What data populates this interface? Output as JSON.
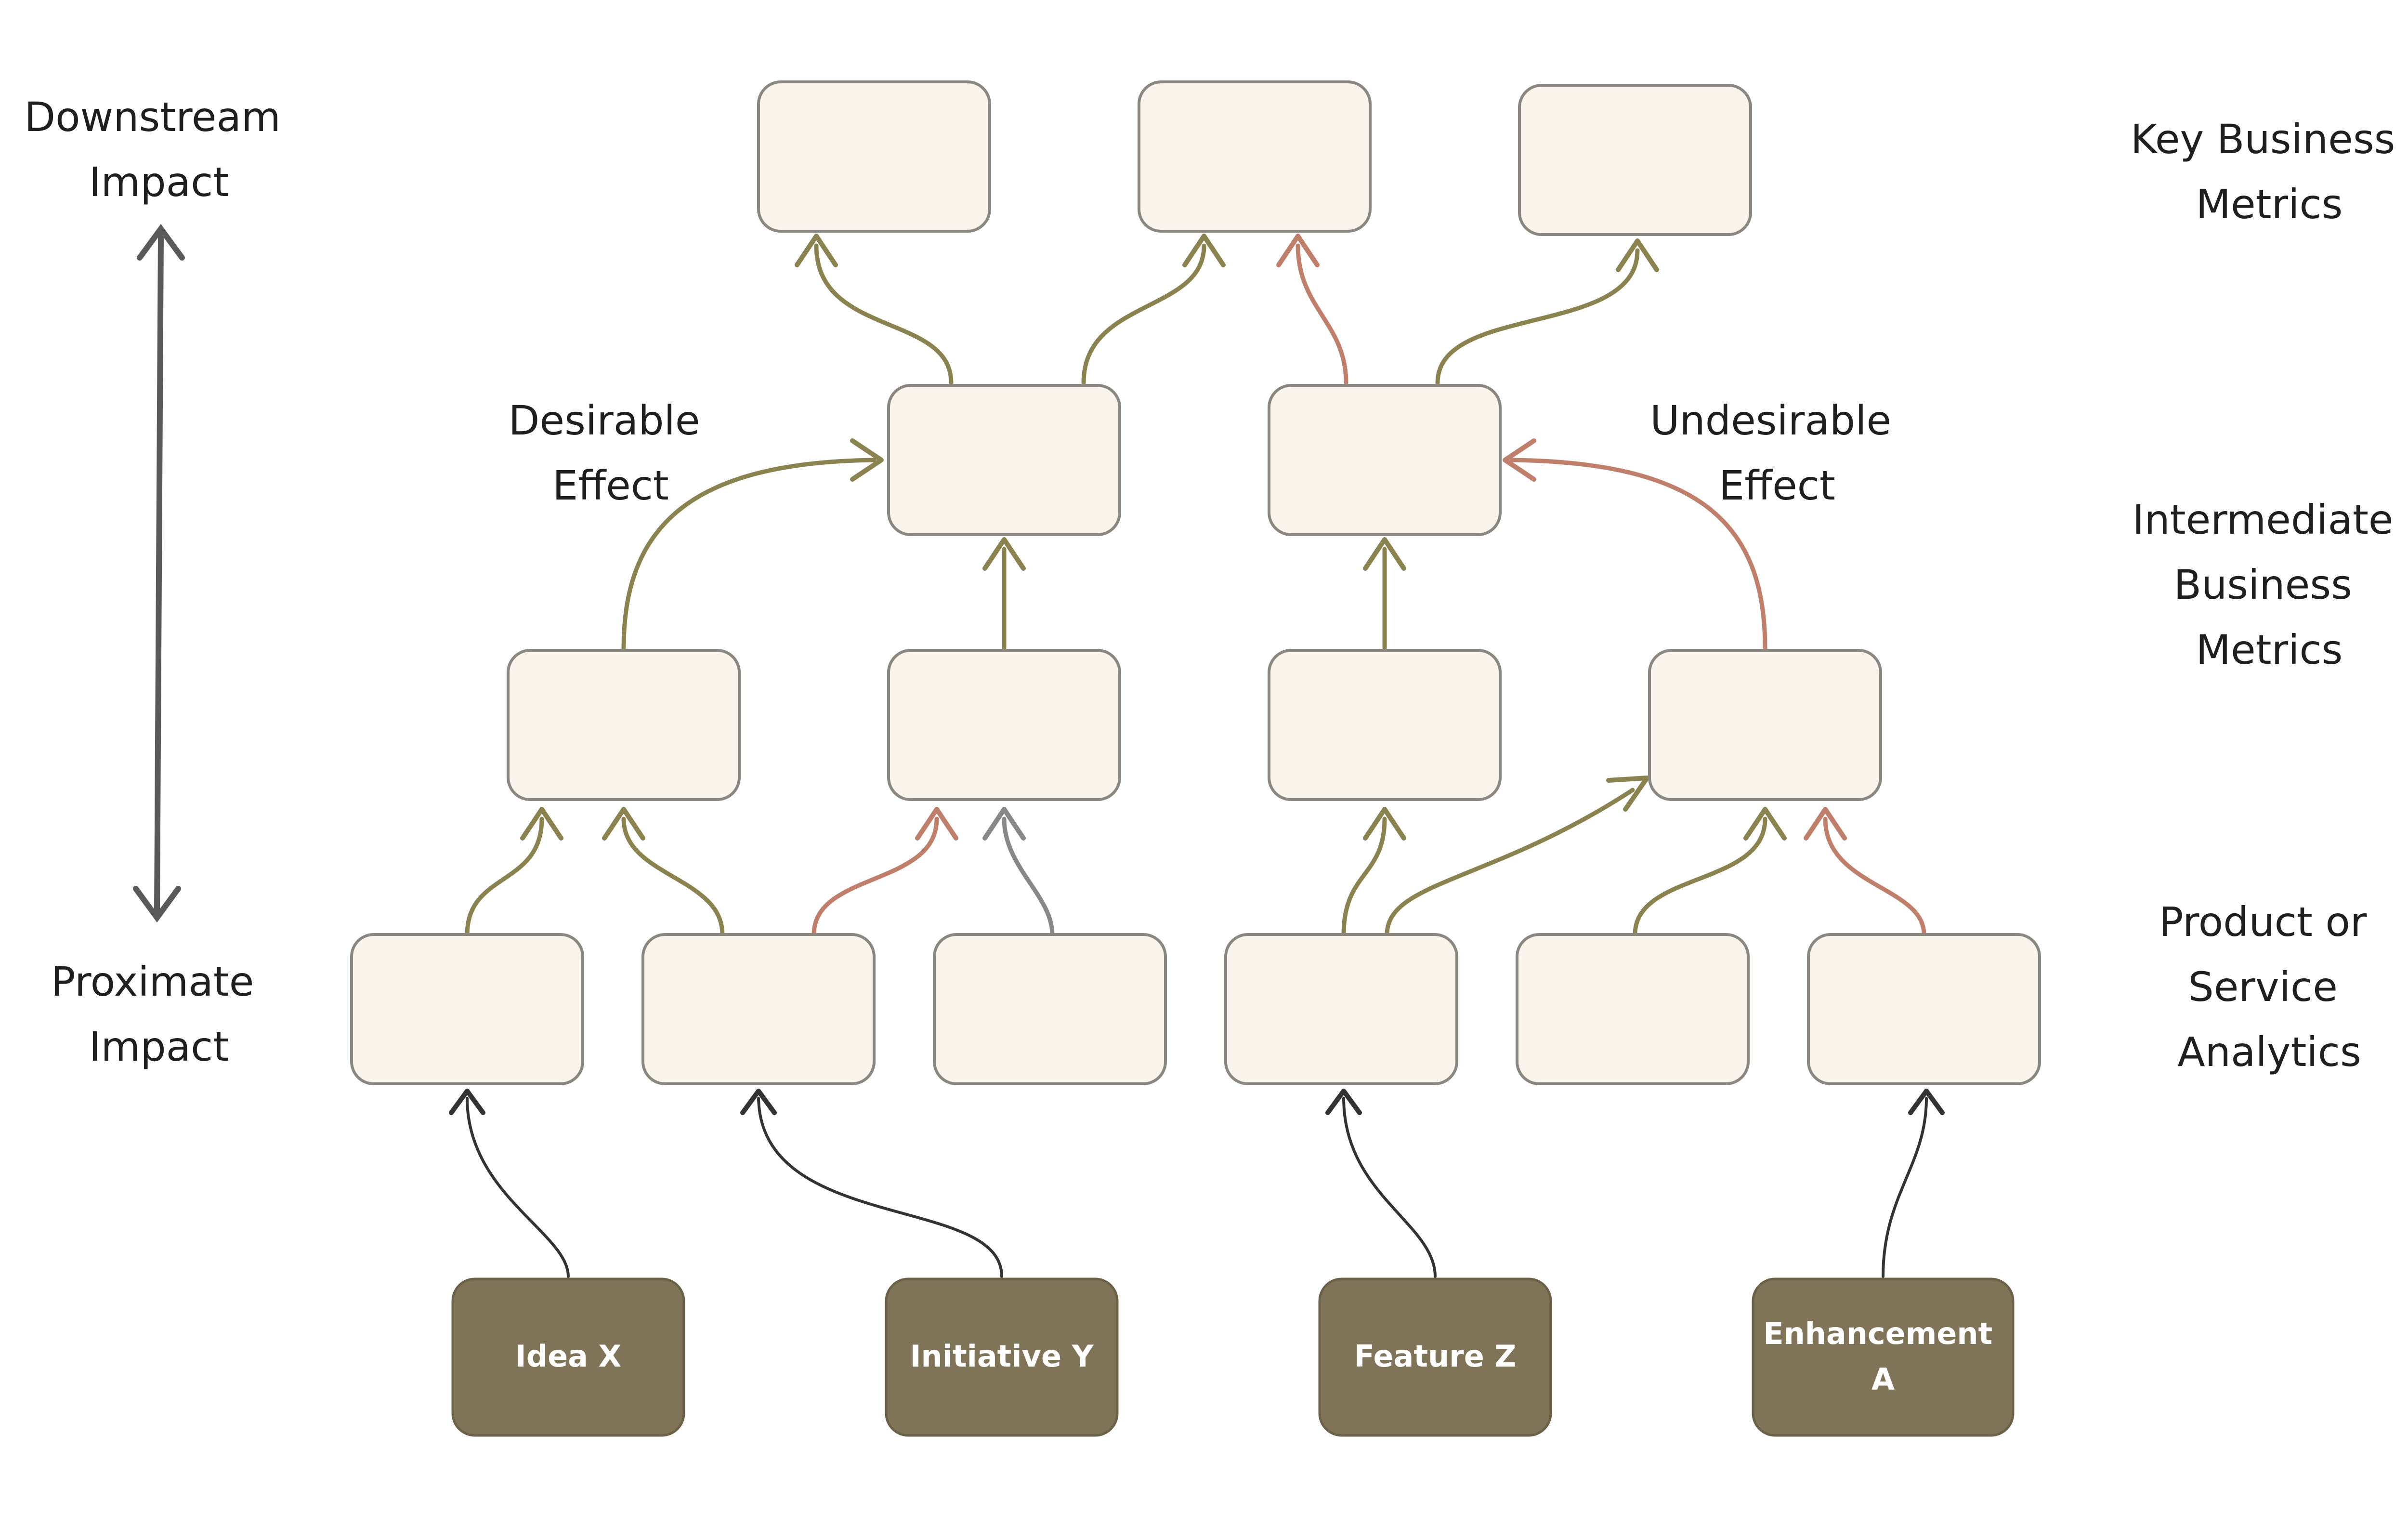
{
  "colors": {
    "positive": "#8a8350",
    "negative": "#c07f6a",
    "neutral": "#888888",
    "source_link": "#333333",
    "axis": "#5a5a5a",
    "box_fill": "#f8f4ec",
    "source_fill": "#7f7358"
  },
  "labels": {
    "downstream": [
      "Downstream",
      "Impact"
    ],
    "proximate": [
      "Proximate",
      "Impact"
    ],
    "key_metrics": [
      "Key Business",
      "Metrics"
    ],
    "intermediate_metrics": [
      "Intermediate",
      "Business",
      "Metrics"
    ],
    "analytics": [
      "Product or",
      "Service",
      "Analytics"
    ],
    "desirable": [
      "Desirable",
      "Effect"
    ],
    "undesirable": [
      "Undesirable",
      "Effect"
    ]
  },
  "sources": [
    {
      "id": "idea-x",
      "label": [
        "Idea X"
      ]
    },
    {
      "id": "initiative-y",
      "label": [
        "Initiative Y"
      ]
    },
    {
      "id": "feature-z",
      "label": [
        "Feature Z"
      ]
    },
    {
      "id": "enhancement-a",
      "label": [
        "Enhancement",
        "A"
      ]
    }
  ]
}
